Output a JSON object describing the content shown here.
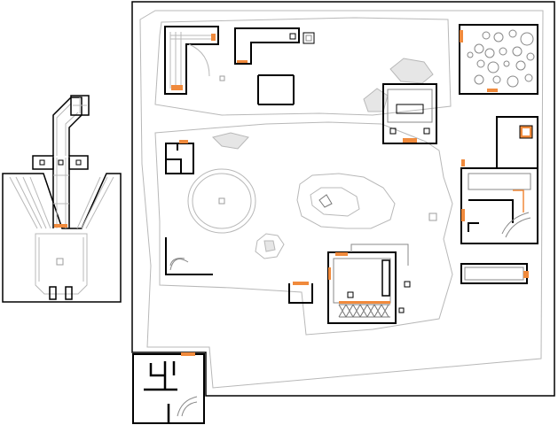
{
  "map": {
    "palette": {
      "background": "#ffffff",
      "wall": "#000000",
      "step": "#b8b8b8",
      "door": "#f08a3c",
      "thing": "#9c9c9c",
      "rock_fill": "#e6e6e6"
    },
    "legend": {
      "door_color_name": "orange",
      "wall_color_name": "black",
      "floor_change_color_name": "grey"
    }
  }
}
